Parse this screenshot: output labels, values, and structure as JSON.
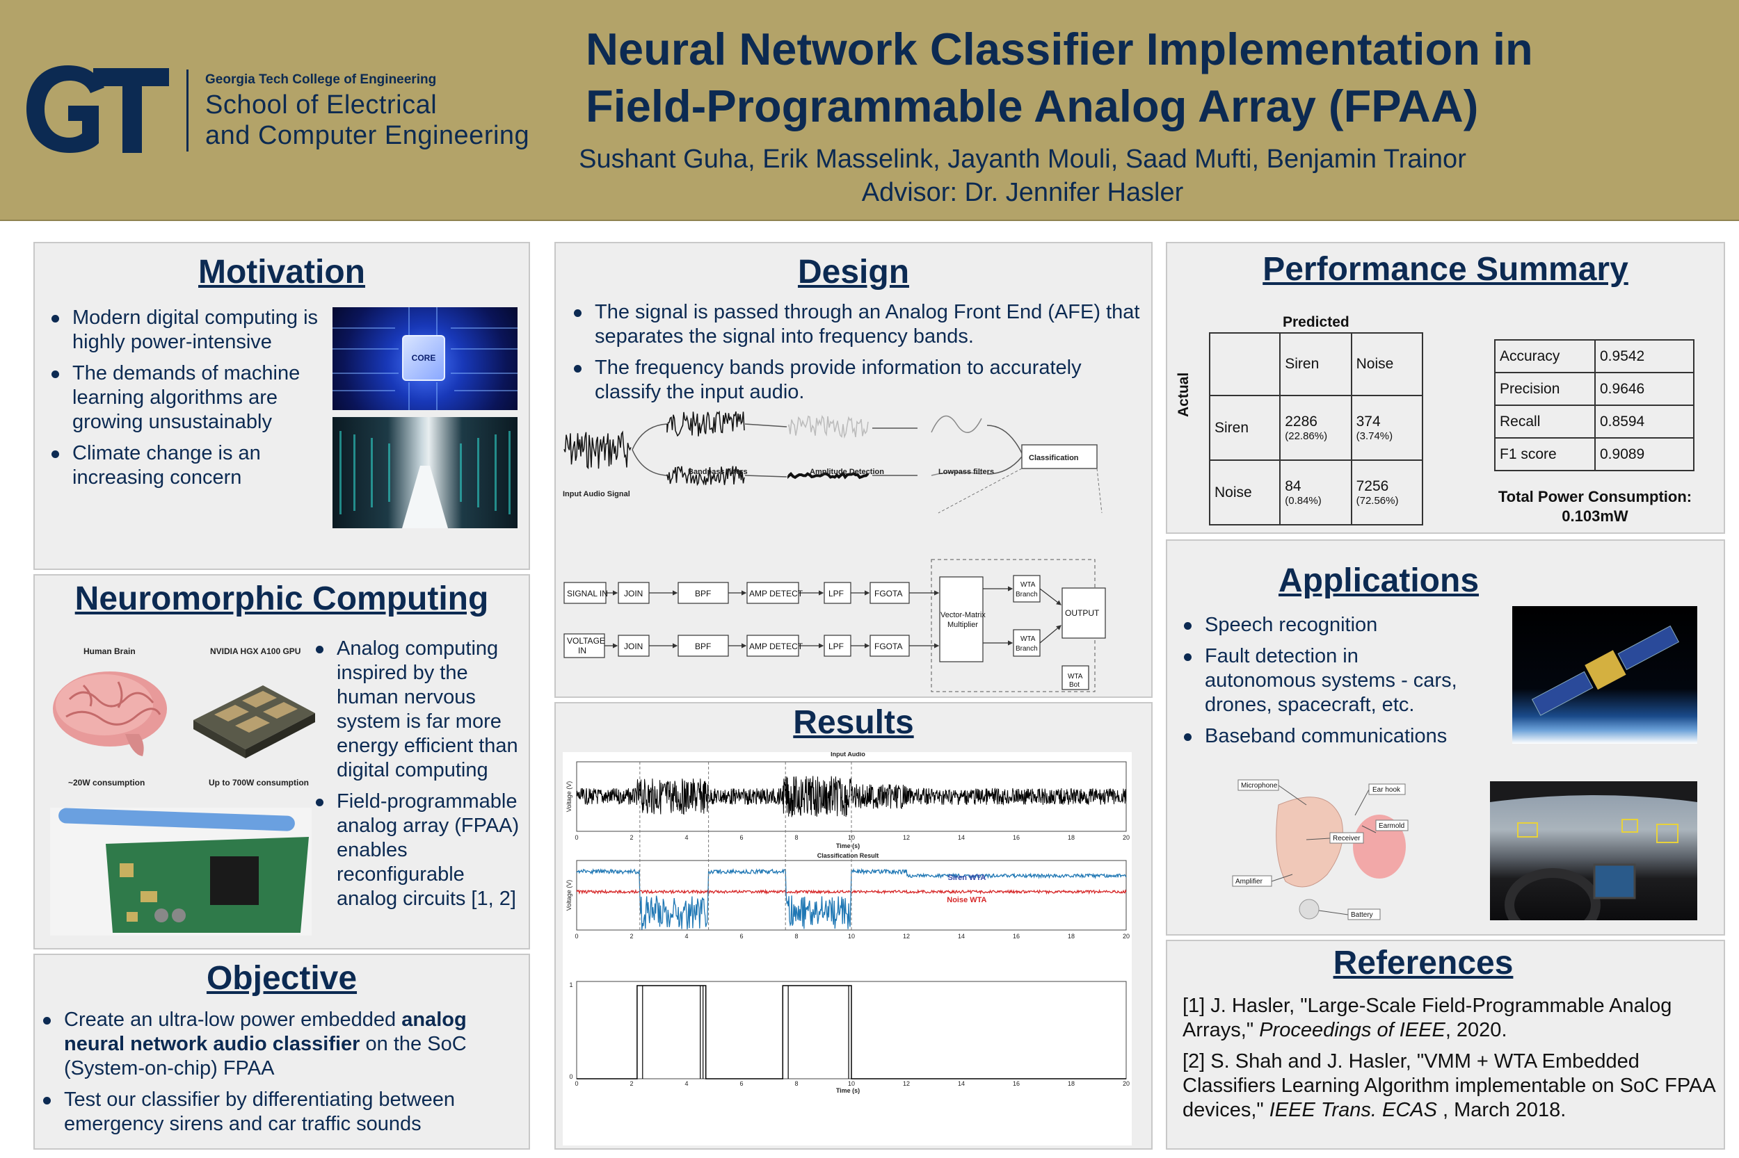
{
  "header": {
    "logo_lines": [
      "Georgia Tech College of Engineering",
      "School of Electrical",
      "and Computer Engineering"
    ],
    "logo_mark": "GT",
    "title_lines": [
      "Neural Network Classifier Implementation in",
      "Field-Programmable Analog Array (FPAA)"
    ],
    "authors": "Sushant Guha, Erik Masselink, Jayanth Mouli, Saad Mufti, Benjamin Trainor",
    "advisor": "Advisor: Dr. Jennifer Hasler"
  },
  "motivation": {
    "title": "Motivation",
    "bullets": [
      "Modern digital computing is highly power-intensive",
      "The demands of machine learning algorithms are growing unsustainably",
      "Climate change is an increasing concern"
    ],
    "chip_label": "CORE"
  },
  "neuromorphic": {
    "title": "Neuromorphic Computing",
    "brain_label": "Human Brain",
    "gpu_label": "NVIDIA HGX A100 GPU",
    "brain_power": "~20W consumption",
    "gpu_power": "Up to 700W consumption",
    "bullets": [
      "Analog computing inspired by the human nervous system is far more energy efficient than digital computing",
      "Field-programmable analog array (FPAA) enables reconfigurable analog circuits [1, 2]"
    ]
  },
  "objective": {
    "title": "Objective",
    "b1_pre": "Create an ultra-low power embedded ",
    "b1_bold": "analog neural network audio classifier",
    "b1_post": " on the SoC (System-on-chip) FPAA",
    "b2": "Test our classifier by differentiating between emergency sirens and car traffic sounds"
  },
  "design": {
    "title": "Design",
    "bullets": [
      "The signal is passed through an Analog Front End (AFE) that separates the signal into frequency bands.",
      "The frequency bands provide information to accurately classify the input audio."
    ],
    "flow_labels": {
      "input": "Input Audio Signal",
      "bpf": "Bandpass filters",
      "amp": "Amplitude Detection",
      "lpf": "Lowpass filters",
      "cls": "Classification"
    },
    "blocks": {
      "signal_in": "SIGNAL IN",
      "voltage_in_1": "VOLTAGE",
      "voltage_in_2": "IN",
      "join": "JOIN",
      "bpf": "BPF",
      "amp": "AMP DETECT",
      "lpf": "LPF",
      "fgota": "FGOTA",
      "vmm_1": "Vector-Matrix",
      "vmm_2": "Multiplier",
      "wta_1": "WTA",
      "wta_2": "Branch",
      "wtab_1": "WTA",
      "wtab_2": "Bot",
      "output": "OUTPUT"
    }
  },
  "results": {
    "title": "Results",
    "chart_data": [
      {
        "type": "line",
        "title": "Input Audio",
        "xlabel": "Time (s)",
        "ylabel": "Voltage (V)",
        "xlim": [
          0,
          20
        ],
        "x_ticks": [
          "0",
          "2",
          "4",
          "6",
          "8",
          "10",
          "12",
          "14",
          "16",
          "18",
          "20"
        ]
      },
      {
        "type": "line",
        "title": "Classification Result",
        "xlabel": "Time (s)",
        "ylabel": "Voltage (V)",
        "xlim": [
          0,
          20
        ],
        "series": [
          {
            "name": "Siren WTA",
            "color": "#1f77b4"
          },
          {
            "name": "Noise WTA",
            "color": "#d62728"
          }
        ],
        "x_ticks": [
          "0",
          "2",
          "4",
          "6",
          "8",
          "10",
          "12",
          "14",
          "16",
          "18",
          "20"
        ]
      },
      {
        "type": "line",
        "xlabel": "Time (s)",
        "xlim": [
          0,
          20
        ],
        "ylim": [
          0,
          1
        ],
        "y_ticks": [
          "0",
          "1"
        ],
        "x": [
          0,
          2.2,
          2.2,
          4.7,
          4.7,
          7.5,
          7.5,
          10,
          10,
          20
        ],
        "y": [
          0,
          0,
          1,
          1,
          0,
          0,
          1,
          1,
          0,
          0
        ],
        "x_ticks": [
          "0",
          "2",
          "4",
          "6",
          "8",
          "10",
          "12",
          "14",
          "16",
          "18",
          "20"
        ]
      }
    ]
  },
  "performance": {
    "title": "Performance Summary",
    "predicted_label": "Predicted",
    "actual_label": "Actual",
    "col_headers": [
      "Siren",
      "Noise"
    ],
    "rows": [
      {
        "label": "Siren",
        "cells": [
          {
            "v": "2286",
            "p": "(22.86%)"
          },
          {
            "v": "374",
            "p": "(3.74%)"
          }
        ]
      },
      {
        "label": "Noise",
        "cells": [
          {
            "v": "84",
            "p": "(0.84%)"
          },
          {
            "v": "7256",
            "p": "(72.56%)"
          }
        ]
      }
    ],
    "metrics": [
      [
        "Accuracy",
        "0.9542"
      ],
      [
        "Precision",
        "0.9646"
      ],
      [
        "Recall",
        "0.8594"
      ],
      [
        "F1 score",
        "0.9089"
      ]
    ],
    "power_label": "Total Power Consumption:",
    "power_value": "0.103mW"
  },
  "applications": {
    "title": "Applications",
    "bullets": [
      "Speech recognition",
      "Fault detection in autonomous systems - cars, drones, spacecraft, etc.",
      "Baseband communications"
    ],
    "hearing_labels": {
      "mic": "Microphone",
      "earhook": "Ear hook",
      "receiver": "Receiver",
      "earmold": "Earmold",
      "amp": "Amplifier",
      "battery": "Battery"
    }
  },
  "references": {
    "title": "References",
    "r1_pre": "[1] J. Hasler, \"Large-Scale Field-Programmable Analog Arrays,\" ",
    "r1_it": "Proceedings of IEEE",
    "r1_post": ", 2020.",
    "r2_pre": "[2] S. Shah and J. Hasler, \"VMM + WTA Embedded Classifiers Learning Algorithm implementable on SoC FPAA devices,\" ",
    "r2_it": "IEEE Trans. ECAS",
    "r2_post": " , March 2018."
  }
}
